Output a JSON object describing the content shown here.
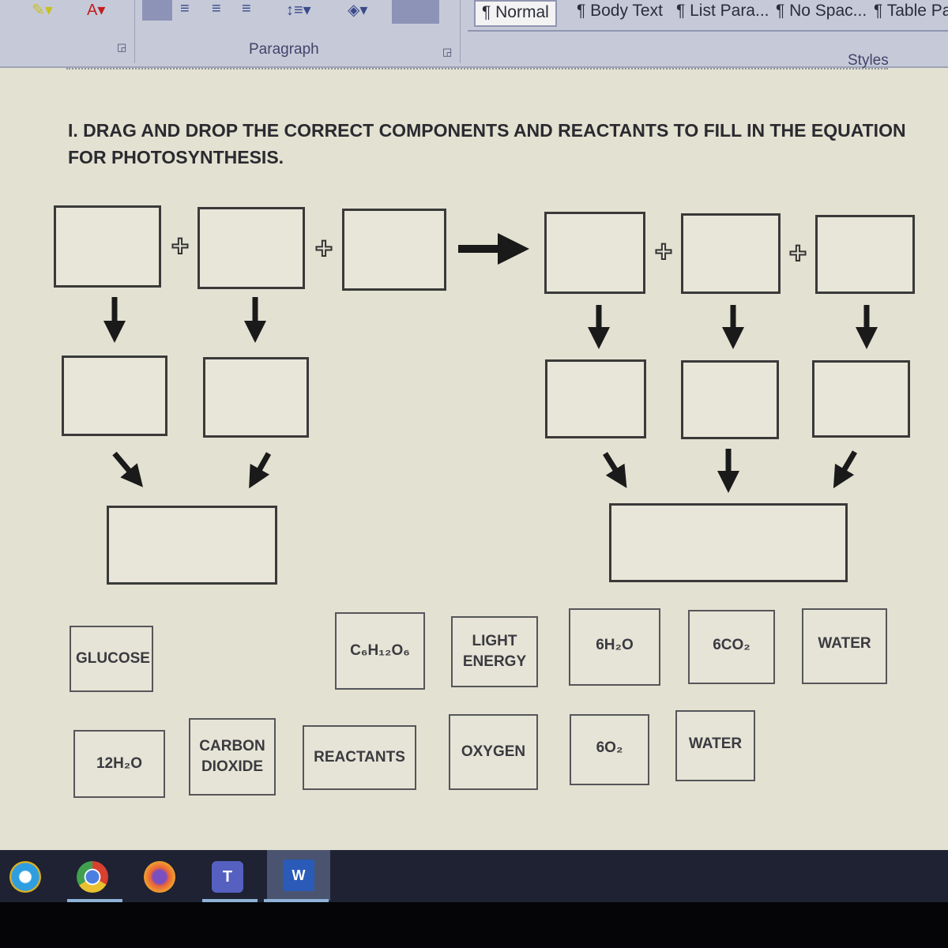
{
  "ribbon": {
    "paragraph_group": "Paragraph",
    "styles_group": "Styles",
    "styles": [
      "¶ Normal",
      "¶ Body Text",
      "¶ List Para...",
      "¶ No Spac...",
      "¶ Table Pa"
    ]
  },
  "document": {
    "instruction": "I. DRAG AND DROP THE CORRECT COMPONENTS AND REACTANTS TO FILL IN THE EQUATION FOR PHOTOSYNTHESIS.",
    "tiles": [
      "GLUCOSE",
      "C₆H₁₂O₆",
      "LIGHT ENERGY",
      "6H₂O",
      "6CO₂",
      "WATER",
      "12H₂O",
      "CARBON DIOXIDE",
      "REACTANTS",
      "OXYGEN",
      "6O₂",
      "WATER"
    ]
  },
  "taskbar": {
    "apps": [
      "internet-explorer",
      "chrome",
      "firefox",
      "teams",
      "word"
    ],
    "word_label": "W"
  }
}
